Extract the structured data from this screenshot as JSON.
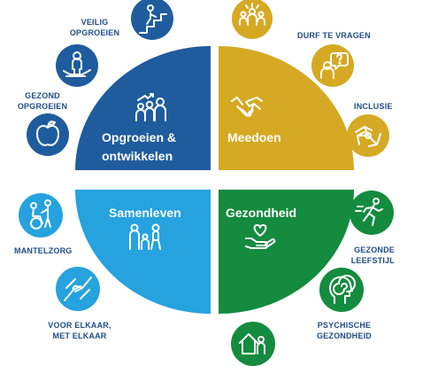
{
  "colors": {
    "dark_blue": "#1f5c9e",
    "gold": "#d5a923",
    "light_blue": "#26a2df",
    "green": "#148b3e",
    "label_text": "#1d4d85"
  },
  "quadrants": {
    "top_left": {
      "title_line1": "Opgroeien &",
      "title_line2": "ontwikkelen",
      "icon": "people-growth-icon"
    },
    "top_right": {
      "title": "Meedoen",
      "icon": "handshake-icon"
    },
    "bottom_left": {
      "title": "Samenleven",
      "icon": "family-icon"
    },
    "bottom_right": {
      "title": "Gezondheid",
      "icon": "heart-in-hand-icon"
    }
  },
  "themes": {
    "veilig_opgroeien": {
      "line1": "VEILIG",
      "line2": "OPGROEIEN",
      "icon": "child-in-hand-icon"
    },
    "gezond_opgroeien": {
      "line1": "GEZOND",
      "line2": "OPGROEIEN",
      "icon": "apple-icon"
    },
    "durf_te_vragen": {
      "line1": "DURF TE VRAGEN",
      "icon": "question-bubble-icon"
    },
    "inclusie": {
      "line1": "INCLUSIE",
      "icon": "joined-hands-icon"
    },
    "mantelzorg": {
      "line1": "MANTELZORG",
      "icon": "wheelchair-care-icon"
    },
    "voor_elkaar": {
      "line1": "VOOR ELKAAR,",
      "line2": "MET ELKAAR",
      "icon": "clasped-hands-icon"
    },
    "gezonde_leefstijl": {
      "line1": "GEZONDE",
      "line2": "LEEFSTIJL",
      "icon": "runner-icon"
    },
    "psychische_gezondheid": {
      "line1": "PSYCHISCHE",
      "line2": "GEZONDHEID",
      "icon": "head-brain-icon"
    }
  },
  "unlabeled_icons": {
    "top_stairs": "stairs-climb-icon",
    "top_group": "group-people-icon",
    "bottom_house": "person-house-icon"
  }
}
